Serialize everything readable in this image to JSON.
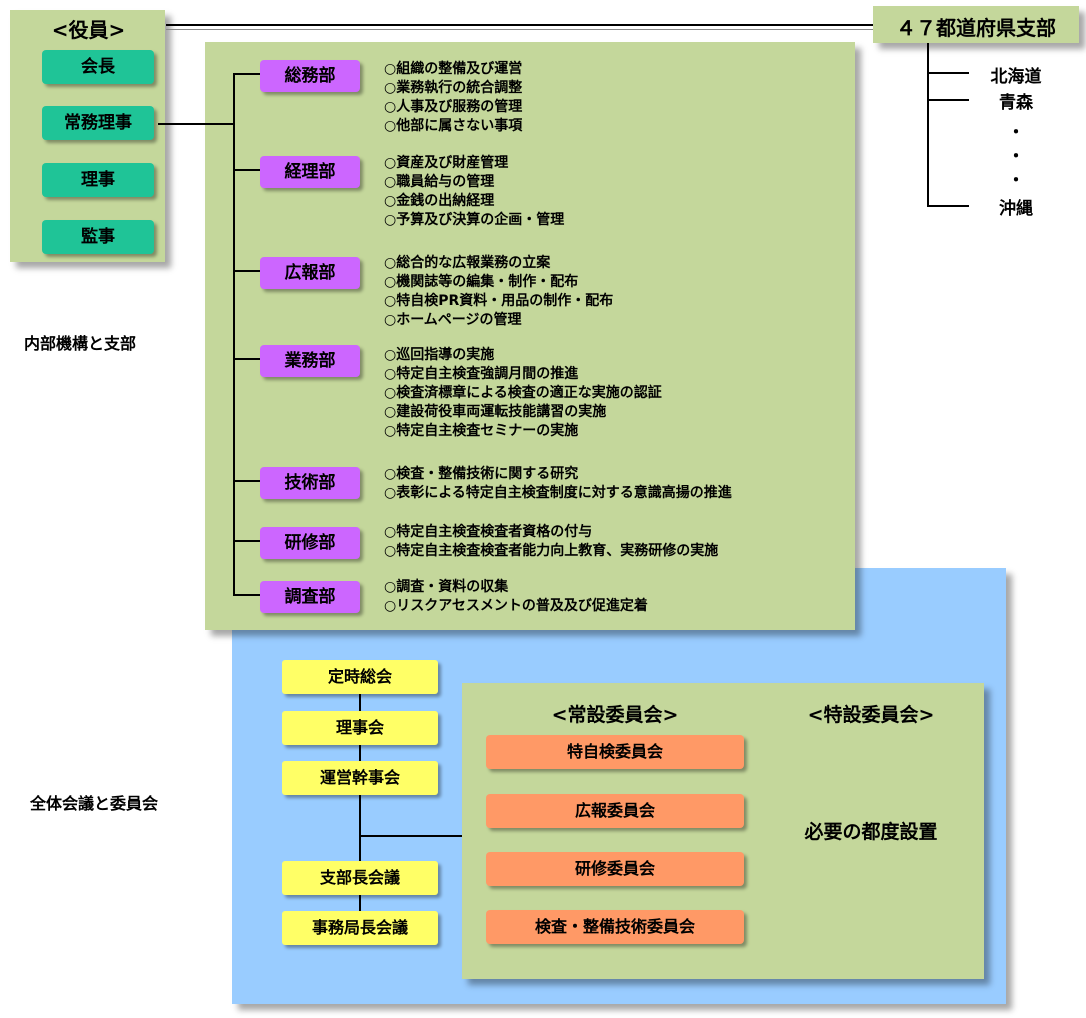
{
  "officers": {
    "heading": "<役員>",
    "items": [
      "会長",
      "常務理事",
      "理事",
      "監事"
    ]
  },
  "branches": {
    "heading": "４７都道府県支部",
    "items": [
      "北海道",
      "青森",
      "・",
      "・",
      "・",
      "沖縄"
    ]
  },
  "section_labels": {
    "internal": "内部機構と支部",
    "meetings": "全体会議と委員会"
  },
  "departments": [
    {
      "name": "総務部",
      "duties": [
        "○組織の整備及び運営",
        "○業務執行の統合調整",
        "○人事及び服務の管理",
        "○他部に属さない事項"
      ]
    },
    {
      "name": "経理部",
      "duties": [
        "○資産及び財産管理",
        "○職員給与の管理",
        "○金銭の出納経理",
        "○予算及び決算の企画・管理"
      ]
    },
    {
      "name": "広報部",
      "duties": [
        "○総合的な広報業務の立案",
        "○機関誌等の編集・制作・配布",
        "○特自検PR資料・用品の制作・配布",
        "○ホームページの管理"
      ]
    },
    {
      "name": "業務部",
      "duties": [
        "○巡回指導の実施",
        "○特定自主検査強調月間の推進",
        "○検査済標章による検査の適正な実施の認証",
        "○建設荷役車両運転技能講習の実施",
        "○特定自主検査セミナーの実施"
      ]
    },
    {
      "name": "技術部",
      "duties": [
        "○検査・整備技術に関する研究",
        "○表彰による特定自主検査制度に対する意識高揚の推進"
      ]
    },
    {
      "name": "研修部",
      "duties": [
        "○特定自主検査検査者資格の付与",
        "○特定自主検査検査者能力向上教育、実務研修の実施"
      ]
    },
    {
      "name": "調査部",
      "duties": [
        "○調査・資料の収集",
        "○リスクアセスメントの普及及び促進定着"
      ]
    }
  ],
  "meetings": [
    "定時総会",
    "理事会",
    "運営幹事会",
    "支部長会議",
    "事務局長会議"
  ],
  "committees": {
    "standing_heading": "<常設委員会>",
    "standing": [
      "特自検委員会",
      "広報委員会",
      "研修委員会",
      "検査・整備技術委員会"
    ],
    "special_heading": "<特設委員会>",
    "special_note": "必要の都度設置"
  }
}
